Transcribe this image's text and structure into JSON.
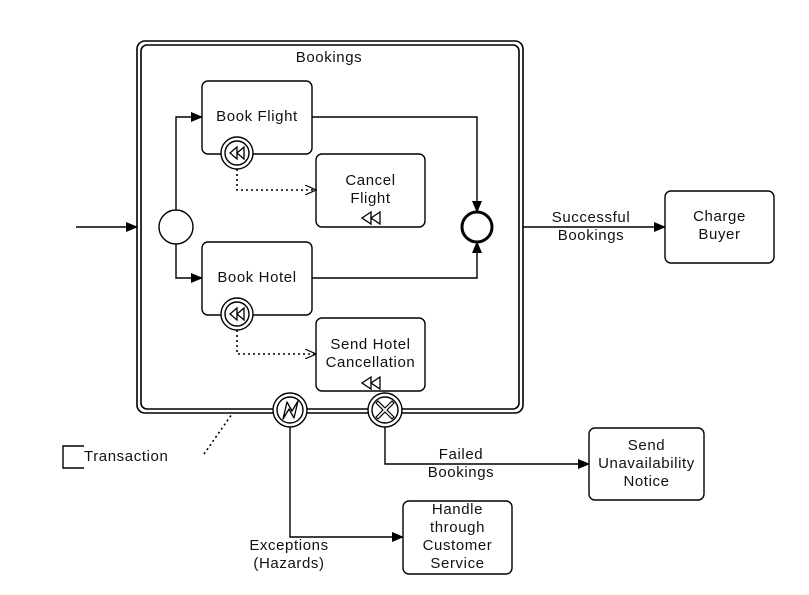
{
  "subprocess": {
    "title": "Bookings"
  },
  "tasks": {
    "book_flight": "Book Flight",
    "cancel_flight": [
      "Cancel",
      "Flight"
    ],
    "book_hotel": "Book Hotel",
    "send_hotel_cancellation": [
      "Send Hotel",
      "Cancellation"
    ],
    "charge_buyer": [
      "Charge",
      "Buyer"
    ],
    "send_unavailability_notice": [
      "Send",
      "Unavailability",
      "Notice"
    ],
    "handle_customer_service": [
      "Handle",
      "through",
      "Customer",
      "Service"
    ]
  },
  "flows": {
    "successful": [
      "Successful",
      "Bookings"
    ],
    "failed": [
      "Failed",
      "Bookings"
    ],
    "exceptions": [
      "Exceptions",
      "(Hazards)"
    ]
  },
  "annotation": {
    "text": "Transaction"
  },
  "colors": {
    "stroke": "#000000",
    "background": "#ffffff"
  }
}
